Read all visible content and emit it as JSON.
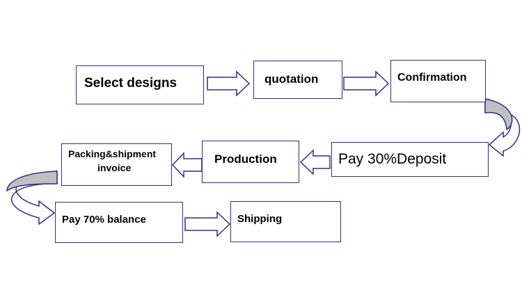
{
  "steps": {
    "select_designs": "Select designs",
    "quotation": "quotation",
    "confirmation": "Confirmation",
    "pay_deposit": "Pay 30%Deposit",
    "production": "Production",
    "packing_line1": "Packing&shipment",
    "packing_line2": "invoice",
    "pay_balance": "Pay 70% balance",
    "shipping": "Shipping"
  },
  "colors": {
    "border": "#2a2f8a",
    "arrow_stroke": "#2a2f8a",
    "arrow_fill": "#ffffff",
    "curve_fill": "#bfbfbf",
    "text": "#000000"
  }
}
